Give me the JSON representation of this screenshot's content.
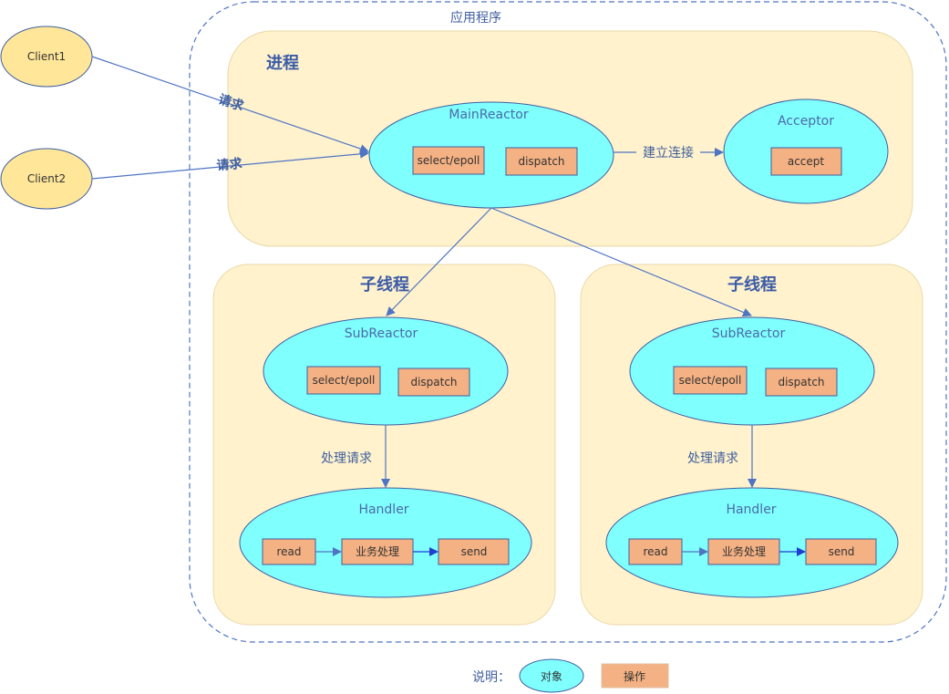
{
  "app": {
    "title": "应用程序"
  },
  "process": {
    "title": "进程"
  },
  "clients": [
    {
      "label": "Client1"
    },
    {
      "label": "Client2"
    }
  ],
  "edges": {
    "client1_request": "请求",
    "client2_request": "请求",
    "establish_connection": "建立连接",
    "process_request_left": "处理请求",
    "process_request_right": "处理请求"
  },
  "main_reactor": {
    "name": "MainReactor",
    "ops": [
      "select/epoll",
      "dispatch"
    ]
  },
  "acceptor": {
    "name": "Acceptor",
    "ops": [
      "accept"
    ]
  },
  "sub_threads": [
    {
      "title": "子线程",
      "sub_reactor": {
        "name": "SubReactor",
        "ops": [
          "select/epoll",
          "dispatch"
        ]
      },
      "handler": {
        "name": "Handler",
        "ops": [
          "read",
          "业务处理",
          "send"
        ]
      }
    },
    {
      "title": "子线程",
      "sub_reactor": {
        "name": "SubReactor",
        "ops": [
          "select/epoll",
          "dispatch"
        ]
      },
      "handler": {
        "name": "Handler",
        "ops": [
          "read",
          "业务处理",
          "send"
        ]
      }
    }
  ],
  "legend": {
    "label": "说明：",
    "object": "对象",
    "operation": "操作"
  },
  "colors": {
    "object_fill": "#80ffff",
    "operation_fill": "#f4b183",
    "container_fill": "#fff2cc",
    "client_fill": "#ffe699",
    "edge": "#4f74c4"
  }
}
